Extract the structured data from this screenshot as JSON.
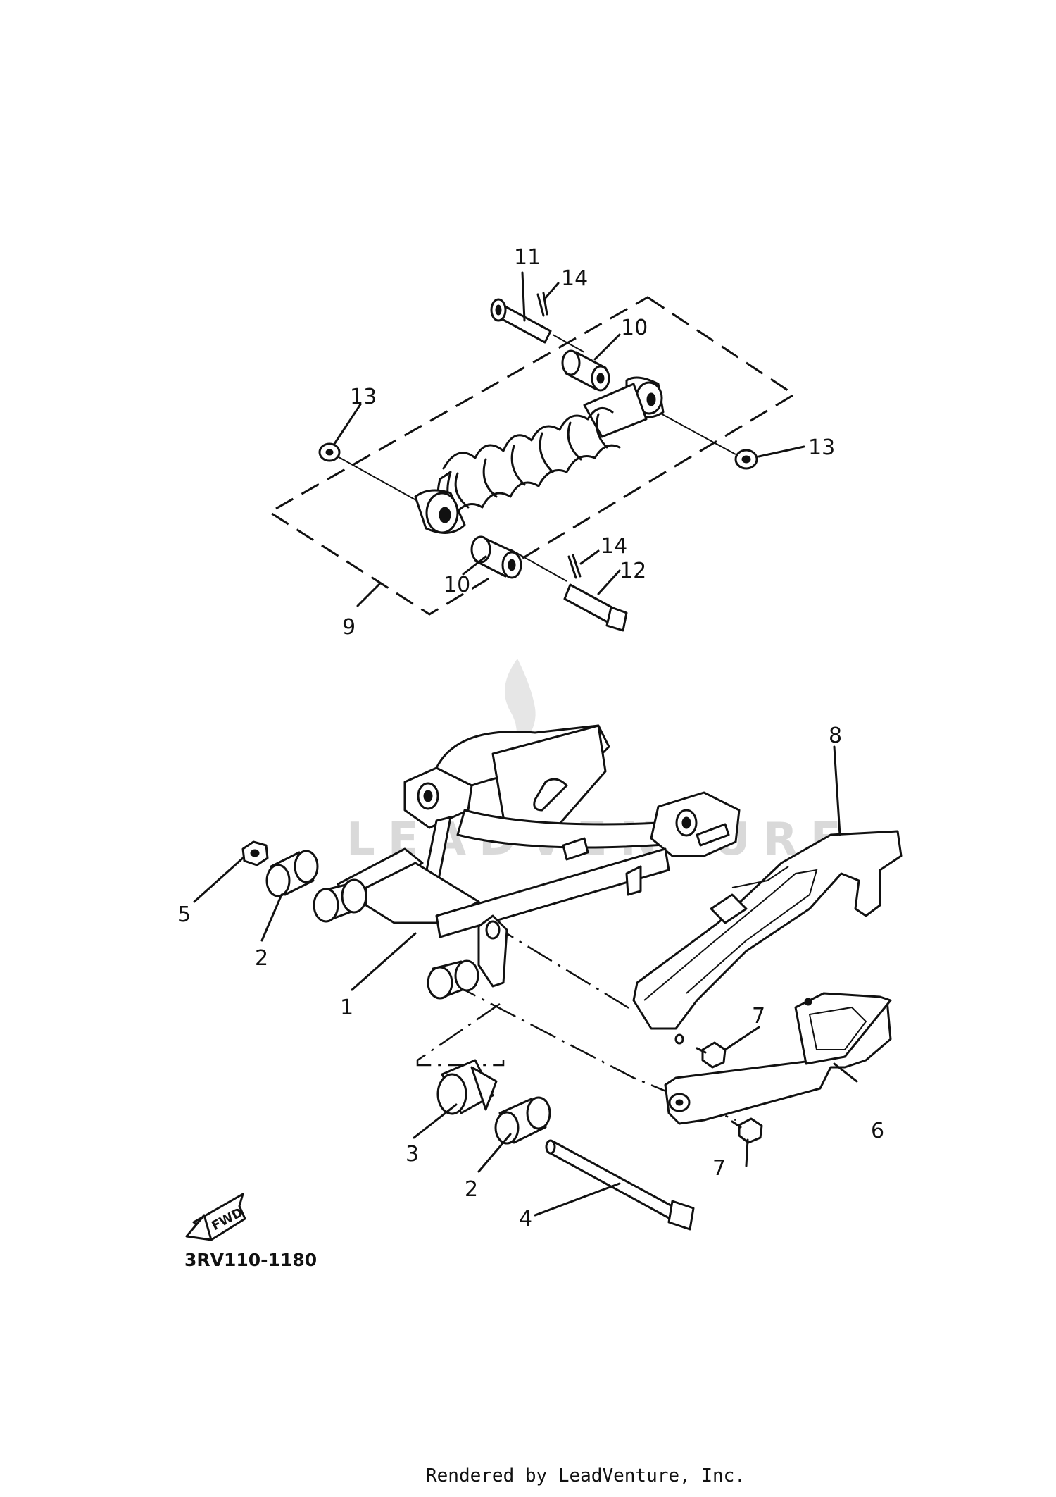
{
  "diagram_code": "3RV110-1180",
  "footer": "Rendered by LeadVenture, Inc.",
  "watermark": "LEADVENTURE",
  "fwd_label": "FWD",
  "callouts": [
    {
      "id": "c1",
      "label": "1"
    },
    {
      "id": "c2a",
      "label": "2"
    },
    {
      "id": "c2b",
      "label": "2"
    },
    {
      "id": "c3",
      "label": "3"
    },
    {
      "id": "c4",
      "label": "4"
    },
    {
      "id": "c5",
      "label": "5"
    },
    {
      "id": "c6",
      "label": "6"
    },
    {
      "id": "c7a",
      "label": "7"
    },
    {
      "id": "c7b",
      "label": "7"
    },
    {
      "id": "c8",
      "label": "8"
    },
    {
      "id": "c9",
      "label": "9"
    },
    {
      "id": "c10a",
      "label": "10"
    },
    {
      "id": "c10b",
      "label": "10"
    },
    {
      "id": "c11",
      "label": "11"
    },
    {
      "id": "c12",
      "label": "12"
    },
    {
      "id": "c13a",
      "label": "13"
    },
    {
      "id": "c13b",
      "label": "13"
    },
    {
      "id": "c14a",
      "label": "14"
    },
    {
      "id": "c14b",
      "label": "14"
    }
  ]
}
